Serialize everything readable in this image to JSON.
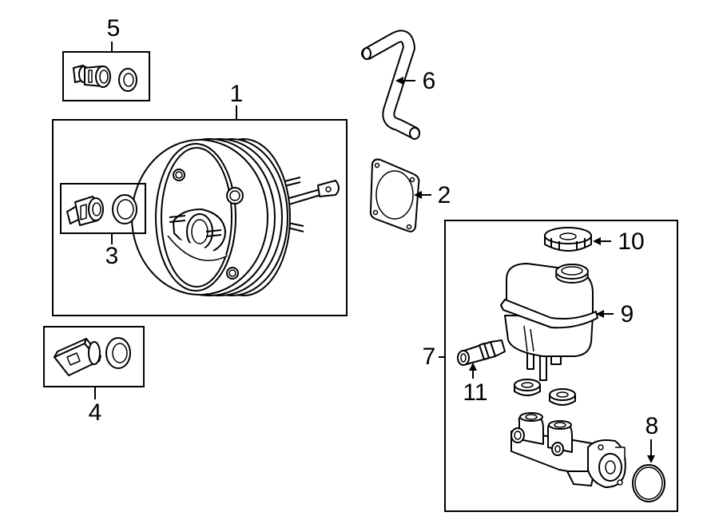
{
  "diagram": {
    "callouts": {
      "c1": "1",
      "c2": "2",
      "c3": "3",
      "c4": "4",
      "c5": "5",
      "c6": "6",
      "c7": "7",
      "c8": "8",
      "c9": "9",
      "c10": "10",
      "c11": "11"
    },
    "parts": [
      {
        "callout": "1",
        "icon": "brake-booster-icon"
      },
      {
        "callout": "2",
        "icon": "gasket-icon"
      },
      {
        "callout": "3",
        "icon": "check-valve-and-grommet-icon"
      },
      {
        "callout": "4",
        "icon": "vacuum-sensor-icon"
      },
      {
        "callout": "5",
        "icon": "check-valve-icon"
      },
      {
        "callout": "6",
        "icon": "vacuum-hose-icon"
      },
      {
        "callout": "7",
        "icon": "master-cylinder-assembly-icon"
      },
      {
        "callout": "8",
        "icon": "o-ring-icon"
      },
      {
        "callout": "9",
        "icon": "fluid-reservoir-icon"
      },
      {
        "callout": "10",
        "icon": "reservoir-cap-icon"
      },
      {
        "callout": "11",
        "icon": "level-sensor-icon"
      }
    ]
  }
}
